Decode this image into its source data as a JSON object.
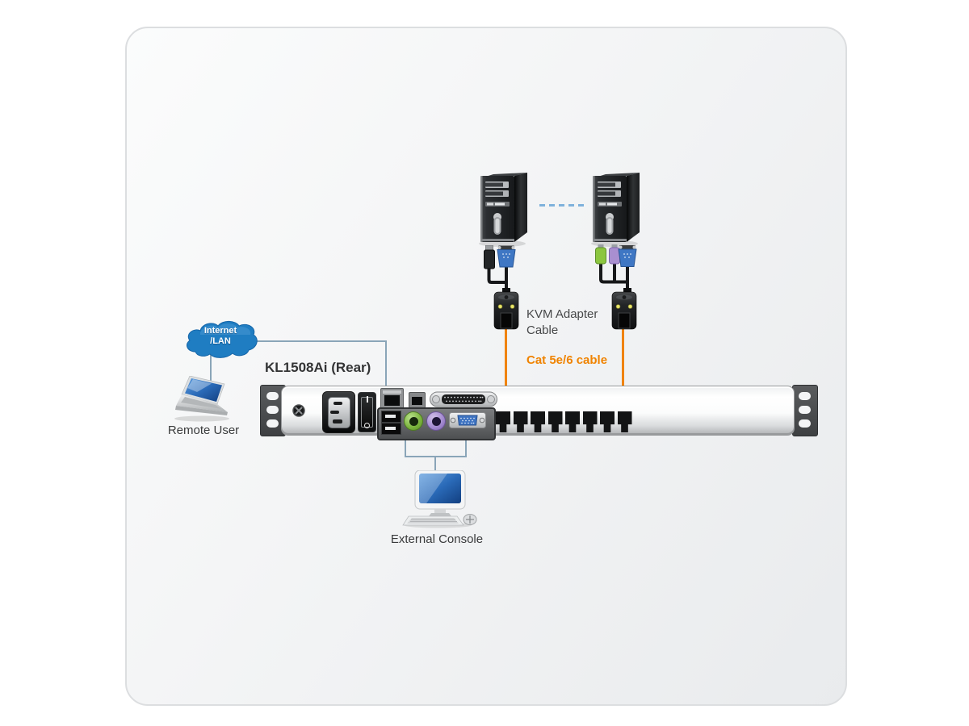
{
  "diagram": {
    "title": "KL1508Ai (Rear)",
    "cloud": {
      "line1": "Internet",
      "line2": "/LAN"
    },
    "labels": {
      "kvm_adapter_cable": "KVM Adapter Cable",
      "cat_cable": "Cat 5e/6 cable",
      "remote_user": "Remote User",
      "external_console": "External Console"
    },
    "colors": {
      "cat_cable_orange": "#F08300",
      "cloud_blue": "#1F7DC2",
      "network_line_gray": "#8AA5B8",
      "dashed_link_blue": "#7FB2DC"
    },
    "icons": {
      "computers": "tower-pc-icon",
      "adapters": "kvm-adapter-icon",
      "remote_user": "laptop-icon",
      "network": "internet-lan-cloud-icon",
      "console": "monitor-keyboard-mouse-icon"
    }
  }
}
